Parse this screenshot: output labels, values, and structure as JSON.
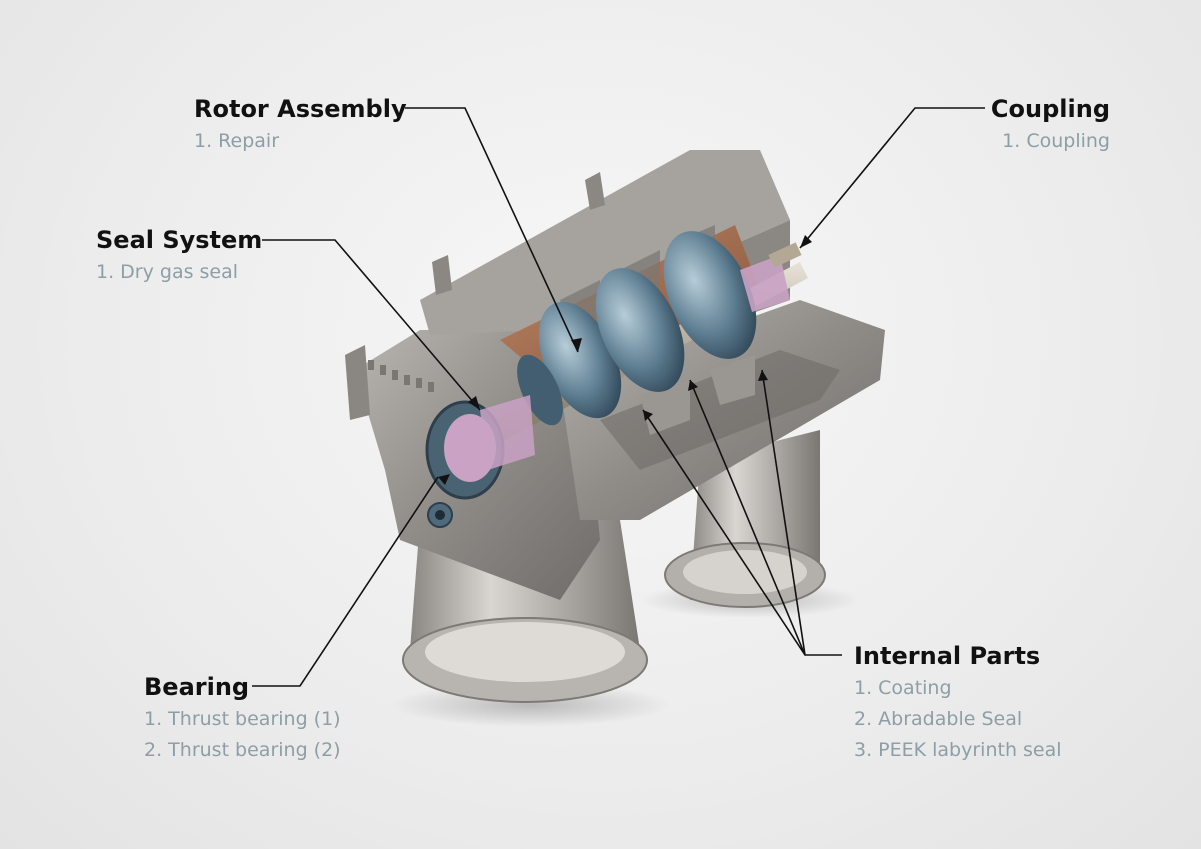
{
  "groups": {
    "rotor": {
      "title": "Rotor Assembly",
      "items": [
        "1. Repair"
      ]
    },
    "coupling": {
      "title": "Coupling",
      "items": [
        "1. Coupling"
      ]
    },
    "seal": {
      "title": "Seal System",
      "items": [
        "1. Dry gas seal"
      ]
    },
    "bearing": {
      "title": "Bearing",
      "items": [
        "1. Thrust bearing (1)",
        "2. Thrust bearing (2)"
      ]
    },
    "internal": {
      "title": "Internal Parts",
      "items": [
        "1. Coating",
        "2. Abradable Seal",
        "3. PEEK labyrinth seal"
      ]
    }
  },
  "colors": {
    "steel": "#9b9894",
    "impeller": "#5f7f93",
    "copper": "#b07a5a",
    "seal_pink": "#c9a2c4",
    "label_sub": "#8d9ea6"
  }
}
